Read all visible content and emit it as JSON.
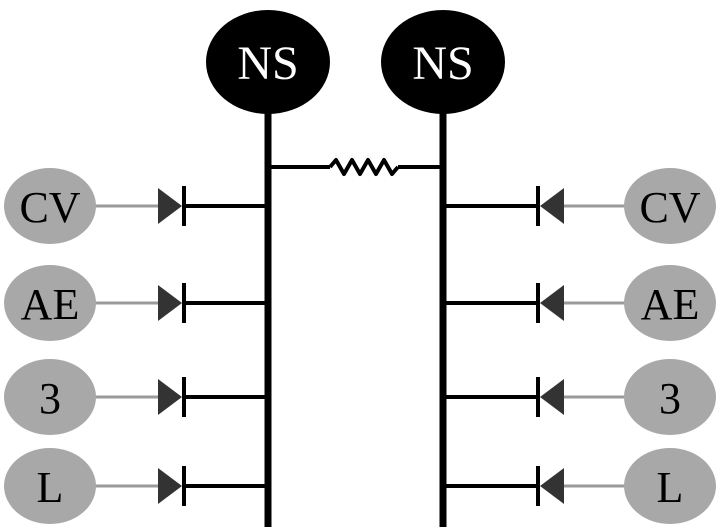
{
  "colors": {
    "background": "#ffffff",
    "ns_fill": "#000000",
    "ns_text": "#ffffff",
    "module_fill": "#a8a8a8",
    "module_text": "#000000",
    "wire": "#000000",
    "link_wire": "#9a9a9a",
    "diode": "#333333"
  },
  "left": {
    "ns_label": "NS",
    "modules": [
      "CV",
      "AE",
      "3",
      "L"
    ]
  },
  "right": {
    "ns_label": "NS",
    "modules": [
      "CV",
      "AE",
      "3",
      "L"
    ]
  },
  "coupling_icon": "resistor-icon",
  "diode_icon": "diode-icon"
}
